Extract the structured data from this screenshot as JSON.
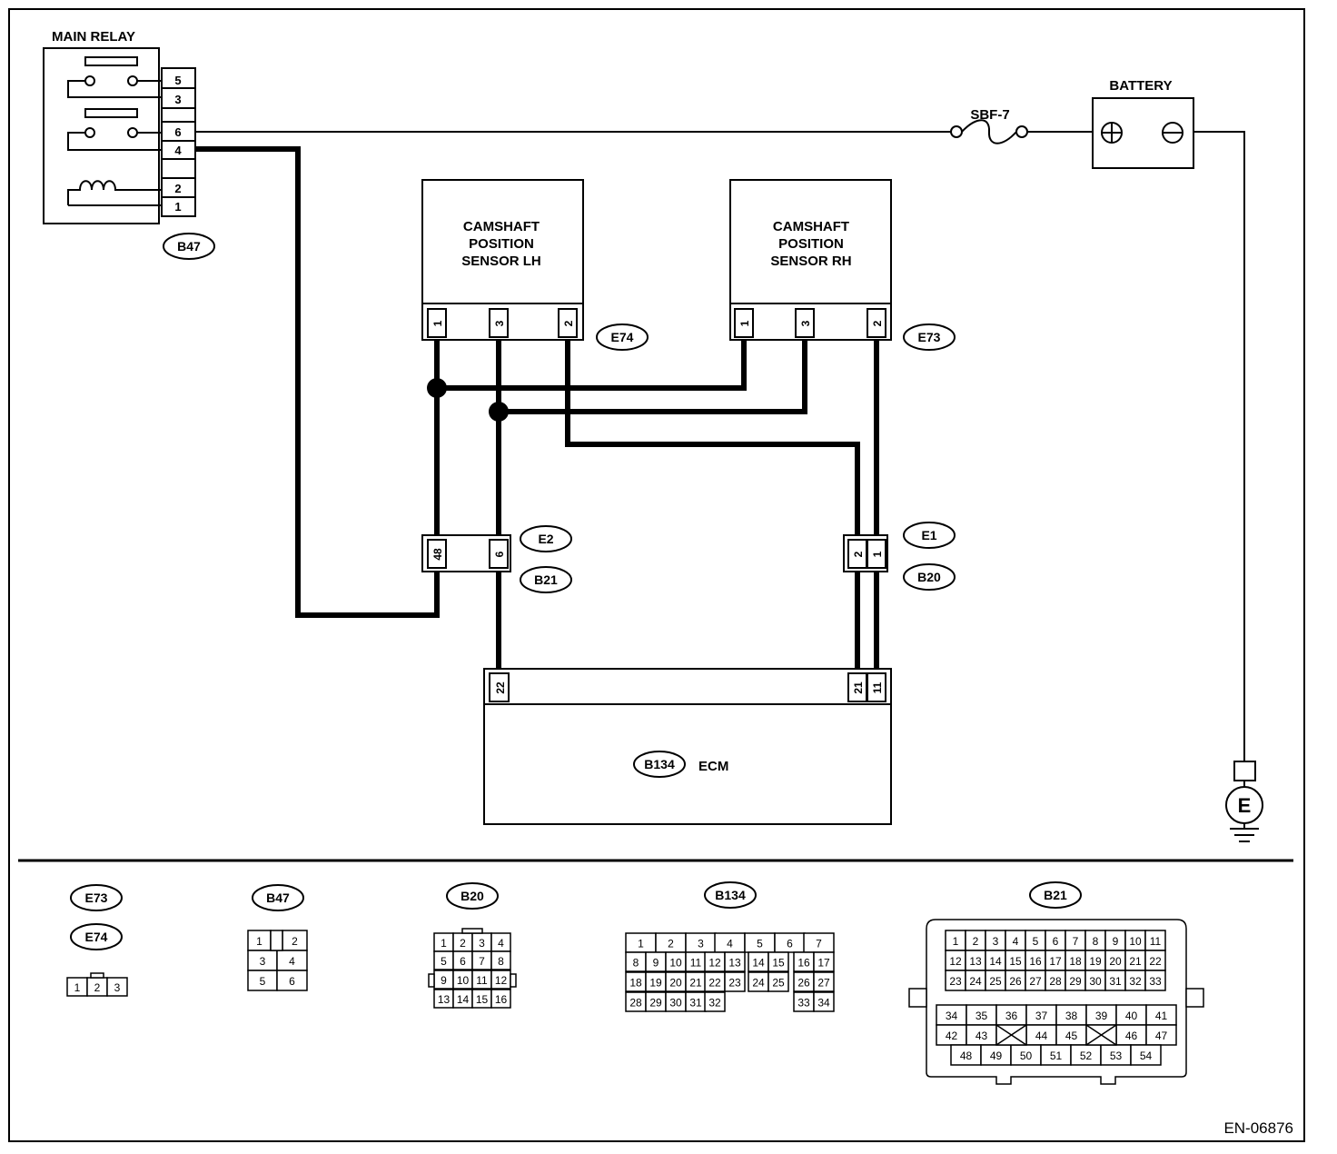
{
  "components": {
    "main_relay": "MAIN RELAY",
    "battery": "BATTERY",
    "fuse": "SBF-7",
    "cmp_lh": [
      "CAMSHAFT",
      "POSITION",
      "SENSOR LH"
    ],
    "cmp_rh": [
      "CAMSHAFT",
      "POSITION",
      "SENSOR RH"
    ],
    "ecm": "ECM",
    "ground": "E"
  },
  "connectors": {
    "b47": "B47",
    "e74": "E74",
    "e73": "E73",
    "e2": "E2",
    "b21": "B21",
    "e1": "E1",
    "b20": "B20",
    "b134": "B134"
  },
  "relay_pins": [
    "5",
    "3",
    "6",
    "4",
    "2",
    "1"
  ],
  "lh_pins": [
    "1",
    "3",
    "2"
  ],
  "rh_pins": [
    "1",
    "3",
    "2"
  ],
  "e2_pins": [
    "48",
    "6"
  ],
  "e1_pins": [
    "2",
    "1"
  ],
  "ecm_pins": [
    "22",
    "21",
    "11"
  ],
  "figure_id": "EN-06876",
  "legend": {
    "e73": "E73",
    "e74": "E74",
    "b47": "B47",
    "b20": "B20",
    "b134": "B134",
    "b21": "B21",
    "e73_cells": [
      "1",
      "2",
      "3"
    ],
    "b47_cells": [
      "1",
      "2",
      "3",
      "4",
      "5",
      "6"
    ],
    "b20_cells": [
      "1",
      "2",
      "3",
      "4",
      "5",
      "6",
      "7",
      "8",
      "9",
      "10",
      "11",
      "12",
      "13",
      "14",
      "15",
      "16"
    ],
    "b134_cells": [
      "1",
      "2",
      "3",
      "4",
      "5",
      "6",
      "7",
      "8",
      "9",
      "10",
      "11",
      "12",
      "13",
      "14",
      "15",
      "16",
      "17",
      "18",
      "19",
      "20",
      "21",
      "22",
      "23",
      "24",
      "25",
      "26",
      "27",
      "28",
      "29",
      "30",
      "31",
      "32",
      "33",
      "34"
    ],
    "b21_cells": [
      "1",
      "2",
      "3",
      "4",
      "5",
      "6",
      "7",
      "8",
      "9",
      "10",
      "11",
      "12",
      "13",
      "14",
      "15",
      "16",
      "17",
      "18",
      "19",
      "20",
      "21",
      "22",
      "23",
      "24",
      "25",
      "26",
      "27",
      "28",
      "29",
      "30",
      "31",
      "32",
      "33",
      "34",
      "35",
      "36",
      "37",
      "38",
      "39",
      "40",
      "41",
      "42",
      "43",
      "44",
      "45",
      "46",
      "47",
      "48",
      "49",
      "50",
      "51",
      "52",
      "53",
      "54"
    ]
  }
}
